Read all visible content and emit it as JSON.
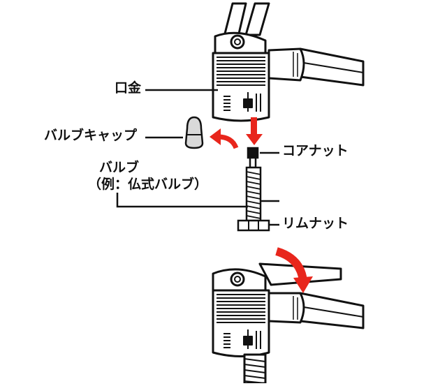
{
  "labels": {
    "mouthpiece": "口金",
    "valve_cap": "バルブキャップ",
    "core_nut": "コアナット",
    "valve_line1": "バルブ",
    "valve_line2": "（例：仏式バルブ）",
    "rim_nut": "リムナット"
  },
  "colors": {
    "ink": "#111111",
    "arrow_red": "#e8261c",
    "cap_gray": "#d9d9d9",
    "rib_gray": "#9a9a9a"
  },
  "icons": [
    "pump-head-icon",
    "valve-cap-icon",
    "presta-valve-icon",
    "red-down-arrow-icon",
    "red-curved-arrow-icon",
    "lever-close-arrow-icon"
  ]
}
